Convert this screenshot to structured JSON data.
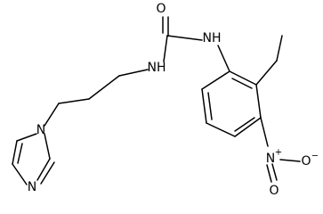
{
  "molecule": {
    "atoms": {
      "urea_oxygen": "O",
      "nh_left": "NH",
      "nh_right": "NH",
      "imidazole_n1": "N",
      "imidazole_n3": "N",
      "nitro_n": "N",
      "nitro_n_charge": "+",
      "nitro_o_single": "O",
      "nitro_o_single_charge": "−",
      "nitro_o_double": "O"
    }
  }
}
